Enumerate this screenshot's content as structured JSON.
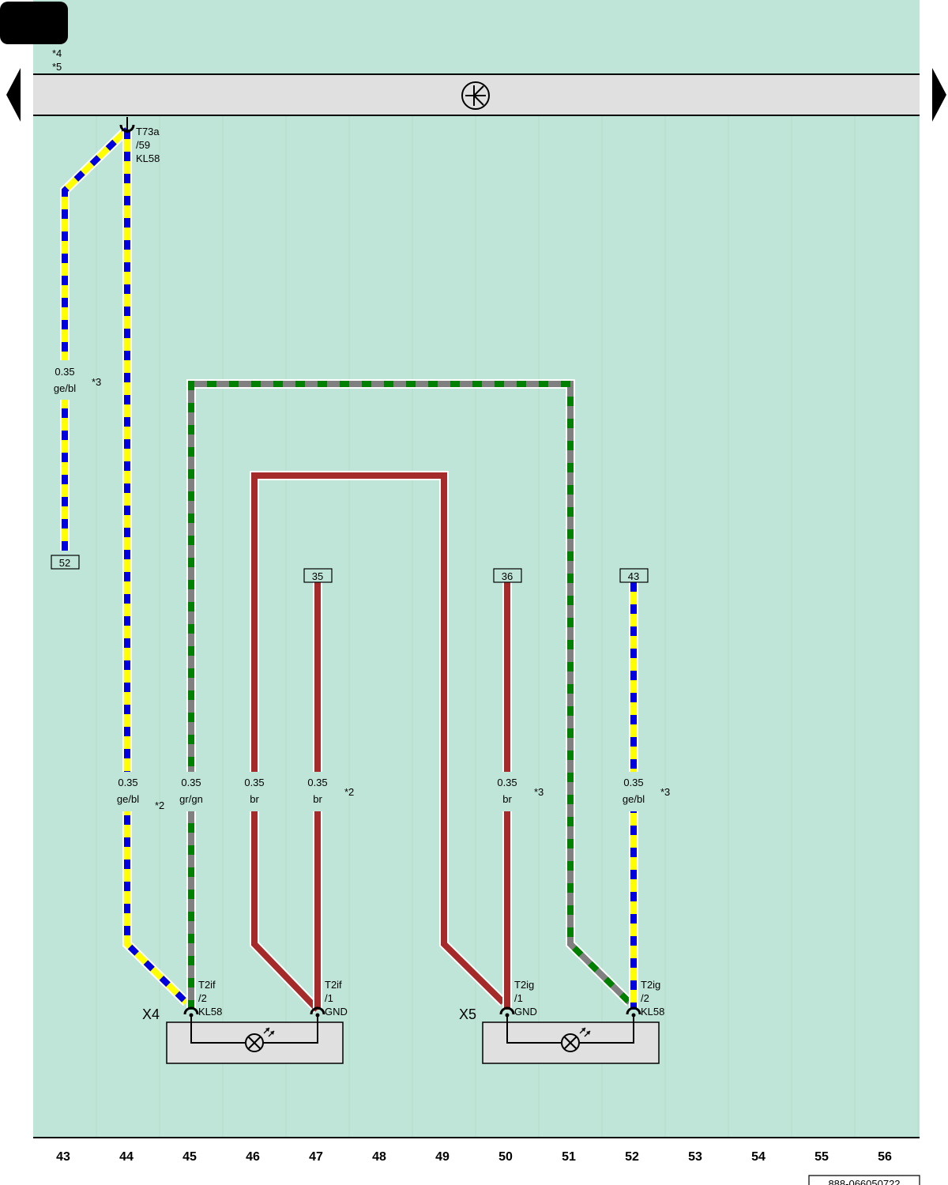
{
  "colors": {
    "background": "#bfe5d8",
    "bus": "#e0e0e0",
    "brown": "#a52a2a",
    "yellow": "#ffff00",
    "blue": "#0000dd",
    "grey": "#808080",
    "green": "#008000"
  },
  "header": {
    "footnotes": [
      "*4",
      "*5"
    ],
    "bus_icon": "ground-symbol-icon",
    "nav_prev_icon": "triangle-left-icon",
    "nav_next_icon": "triangle-right-icon"
  },
  "connector_top": {
    "name": "T73a",
    "pin": "/59",
    "signal": "KL58"
  },
  "terminal_boxes": [
    "52",
    "35",
    "36",
    "43"
  ],
  "wires": [
    {
      "id": "w1",
      "gauge": "0.35",
      "color_code": "ge/bl",
      "note": "*3"
    },
    {
      "id": "w2",
      "gauge": "0.35",
      "color_code": "ge/bl",
      "note": "*2"
    },
    {
      "id": "w3",
      "gauge": "0.35",
      "color_code": "gr/gn",
      "note": ""
    },
    {
      "id": "w4",
      "gauge": "0.35",
      "color_code": "br",
      "note": ""
    },
    {
      "id": "w5",
      "gauge": "0.35",
      "color_code": "br",
      "note": "*2"
    },
    {
      "id": "w6",
      "gauge": "0.35",
      "color_code": "br",
      "note": "*3"
    },
    {
      "id": "w7",
      "gauge": "0.35",
      "color_code": "ge/bl",
      "note": "*3"
    }
  ],
  "components": [
    {
      "name": "X4",
      "pins": [
        {
          "name": "T2if",
          "pin": "/2",
          "signal": "KL58"
        },
        {
          "name": "T2if",
          "pin": "/1",
          "signal": "GND"
        }
      ]
    },
    {
      "name": "X5",
      "pins": [
        {
          "name": "T2ig",
          "pin": "/1",
          "signal": "GND"
        },
        {
          "name": "T2ig",
          "pin": "/2",
          "signal": "KL58"
        }
      ]
    }
  ],
  "grid_numbers": [
    "43",
    "44",
    "45",
    "46",
    "47",
    "48",
    "49",
    "50",
    "51",
    "52",
    "53",
    "54",
    "55",
    "56"
  ],
  "doc_number": "888-066050722"
}
